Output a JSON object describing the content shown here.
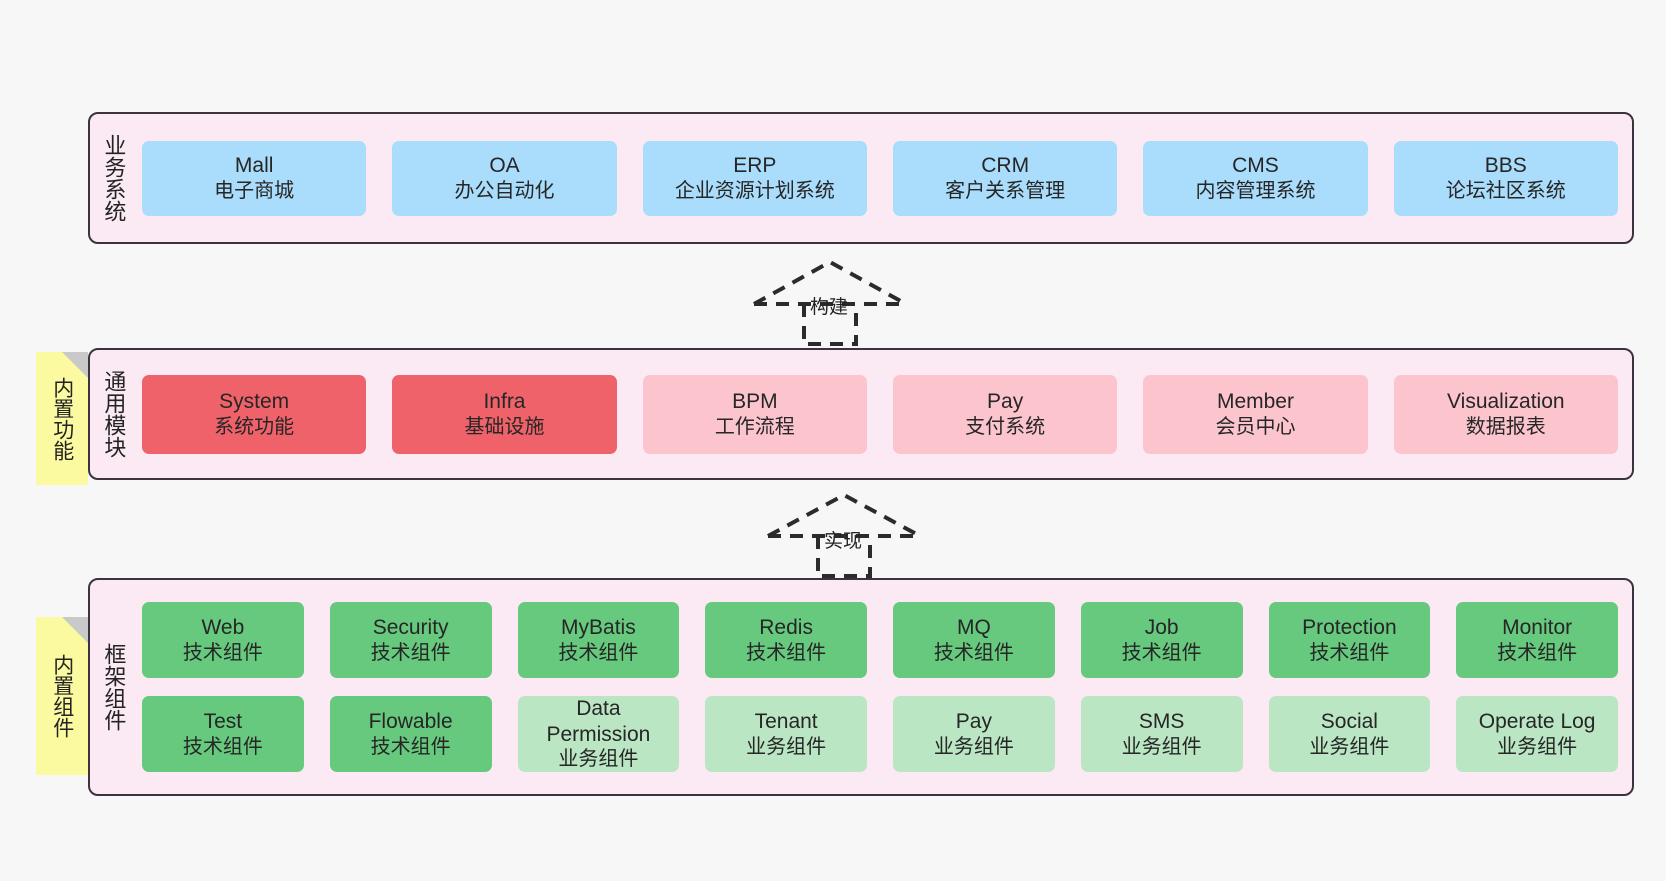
{
  "diagram": {
    "background": "#f7f7f7",
    "layer_fill": "#fbeaf4",
    "layer_border": "#3d3340",
    "note_fill": "#fbfaa0"
  },
  "layers": [
    {
      "id": "business",
      "title": "业务系统",
      "rows": [
        {
          "boxes": [
            {
              "title": "Mall",
              "sub": "电子商城",
              "color": "#aadcfb",
              "variant": "c-blue"
            },
            {
              "title": "OA",
              "sub": "办公自动化",
              "color": "#aadcfb",
              "variant": "c-blue"
            },
            {
              "title": "ERP",
              "sub": "企业资源计划系统",
              "color": "#aadcfb",
              "variant": "c-blue"
            },
            {
              "title": "CRM",
              "sub": "客户关系管理",
              "color": "#aadcfb",
              "variant": "c-blue"
            },
            {
              "title": "CMS",
              "sub": "内容管理系统",
              "color": "#aadcfb",
              "variant": "c-blue"
            },
            {
              "title": "BBS",
              "sub": "论坛社区系统",
              "color": "#aadcfb",
              "variant": "c-blue"
            }
          ]
        }
      ]
    },
    {
      "id": "modules",
      "title": "通用模块",
      "note": "内置功能",
      "rows": [
        {
          "boxes": [
            {
              "title": "System",
              "sub": "系统功能",
              "color": "#f0626a",
              "variant": "c-red"
            },
            {
              "title": "Infra",
              "sub": "基础设施",
              "color": "#f0626a",
              "variant": "c-red"
            },
            {
              "title": "BPM",
              "sub": "工作流程",
              "color": "#fcc5cd",
              "variant": "c-pink"
            },
            {
              "title": "Pay",
              "sub": "支付系统",
              "color": "#fcc5cd",
              "variant": "c-pink"
            },
            {
              "title": "Member",
              "sub": "会员中心",
              "color": "#fcc5cd",
              "variant": "c-pink"
            },
            {
              "title": "Visualization",
              "sub": "数据报表",
              "color": "#fcc5cd",
              "variant": "c-pink"
            }
          ]
        }
      ]
    },
    {
      "id": "frame",
      "title": "框架组件",
      "note": "内置组件",
      "rows": [
        {
          "boxes": [
            {
              "title": "Web",
              "sub": "技术组件",
              "color": "#66c97e",
              "variant": "c-green"
            },
            {
              "title": "Security",
              "sub": "技术组件",
              "color": "#66c97e",
              "variant": "c-green"
            },
            {
              "title": "MyBatis",
              "sub": "技术组件",
              "color": "#66c97e",
              "variant": "c-green"
            },
            {
              "title": "Redis",
              "sub": "技术组件",
              "color": "#66c97e",
              "variant": "c-green"
            },
            {
              "title": "MQ",
              "sub": "技术组件",
              "color": "#66c97e",
              "variant": "c-green"
            },
            {
              "title": "Job",
              "sub": "技术组件",
              "color": "#66c97e",
              "variant": "c-green"
            },
            {
              "title": "Protection",
              "sub": "技术组件",
              "color": "#66c97e",
              "variant": "c-green"
            },
            {
              "title": "Monitor",
              "sub": "技术组件",
              "color": "#66c97e",
              "variant": "c-green"
            }
          ]
        },
        {
          "boxes": [
            {
              "title": "Test",
              "sub": "技术组件",
              "color": "#66c97e",
              "variant": "c-green"
            },
            {
              "title": "Flowable",
              "sub": "技术组件",
              "color": "#66c97e",
              "variant": "c-green"
            },
            {
              "title": "Data Permission",
              "sub": "业务组件",
              "color": "#bbe6c4",
              "variant": "c-lightgreen"
            },
            {
              "title": "Tenant",
              "sub": "业务组件",
              "color": "#bbe6c4",
              "variant": "c-lightgreen"
            },
            {
              "title": "Pay",
              "sub": "业务组件",
              "color": "#bbe6c4",
              "variant": "c-lightgreen"
            },
            {
              "title": "SMS",
              "sub": "业务组件",
              "color": "#bbe6c4",
              "variant": "c-lightgreen"
            },
            {
              "title": "Social",
              "sub": "业务组件",
              "color": "#bbe6c4",
              "variant": "c-lightgreen"
            },
            {
              "title": "Operate Log",
              "sub": "业务组件",
              "color": "#bbe6c4",
              "variant": "c-lightgreen"
            }
          ]
        }
      ]
    }
  ],
  "connectors": [
    {
      "id": "build",
      "label": "构建",
      "style": "dashed-generalization",
      "direction": "up"
    },
    {
      "id": "impl",
      "label": "实现",
      "style": "dashed-generalization",
      "direction": "up"
    }
  ]
}
